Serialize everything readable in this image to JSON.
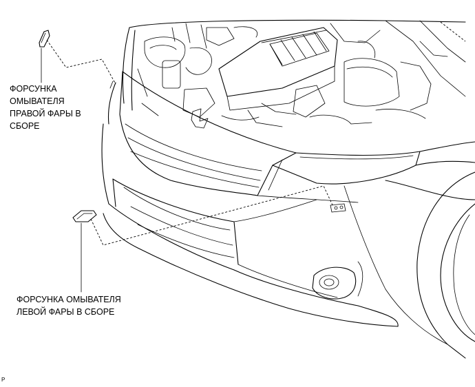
{
  "labels": {
    "right_nozzle": "ФОРСУНКА\nОМЫВАТЕЛЯ\nПРАВОЙ ФАРЫ В\nСБОРЕ",
    "left_nozzle": "ФОРСУНКА ОМЫВАТЕЛЯ\nЛЕВОЙ ФАРЫ В СБОРЕ"
  },
  "figure_code": "P"
}
